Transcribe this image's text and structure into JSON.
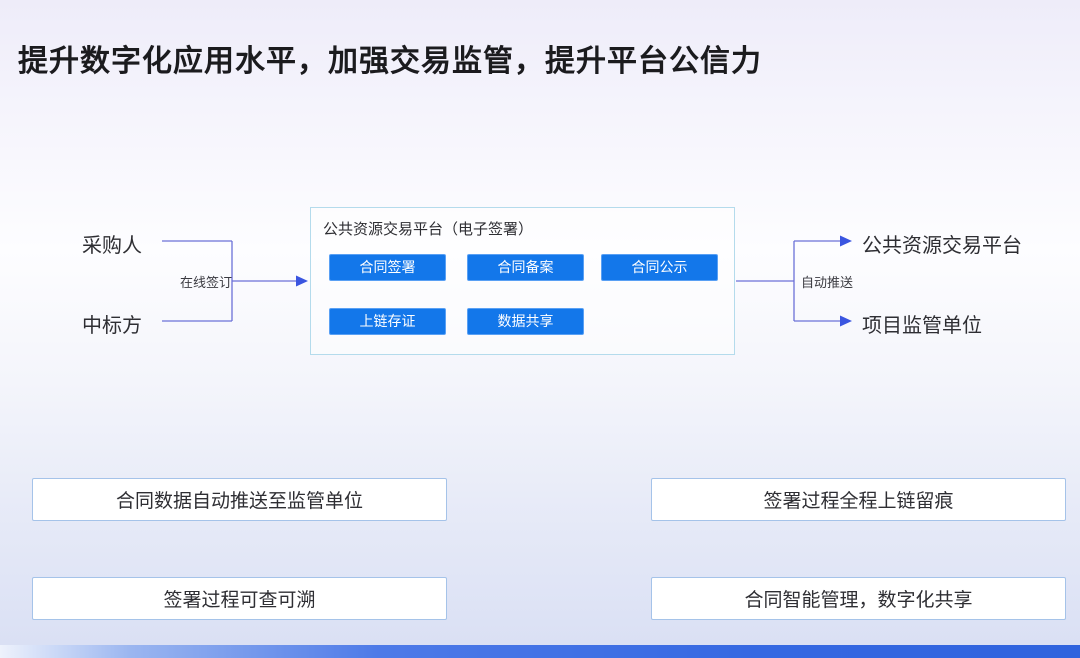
{
  "title": "提升数字化应用水平，加强交易监管，提升平台公信力",
  "flow": {
    "left_nodes": [
      {
        "label": "采购人"
      },
      {
        "label": "中标方"
      }
    ],
    "left_edge_label": "在线签订",
    "platform": {
      "title": "公共资源交易平台（电子签署）",
      "buttons": [
        "合同签署",
        "合同备案",
        "合同公示",
        "上链存证",
        "数据共享"
      ]
    },
    "right_edge_label": "自动推送",
    "right_nodes": [
      {
        "label": "公共资源交易平台"
      },
      {
        "label": "项目监管单位"
      }
    ]
  },
  "features": [
    "合同数据自动推送至监管单位",
    "签署过程全程上链留痕",
    "签署过程可查可溯",
    "合同智能管理，数字化共享"
  ],
  "colors": {
    "chip_blue": "#1377ea",
    "chip_border": "#59a0f4",
    "connector_line": "#6b71d8",
    "arrowhead": "#3a55e0",
    "panel_border": "#b4dbec",
    "feature_border": "#a5c3e9",
    "bottom_bar_blue": "#3568e2"
  }
}
